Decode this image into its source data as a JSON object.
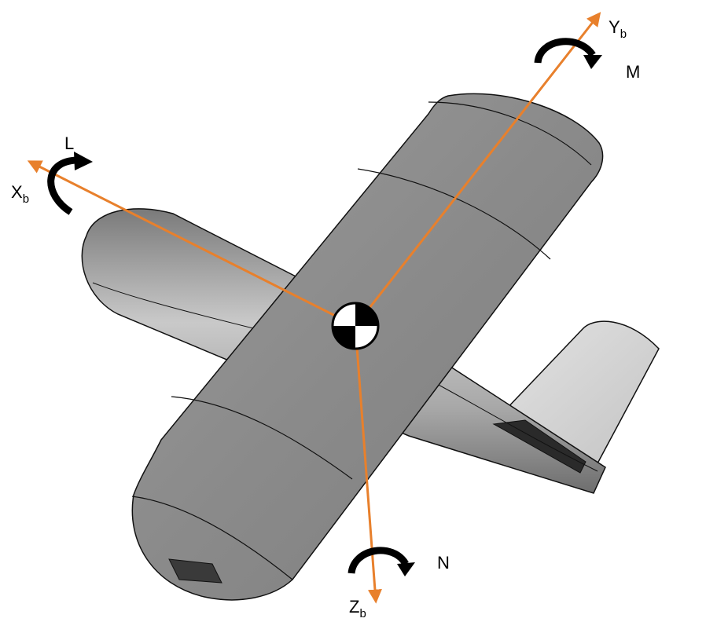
{
  "axes": {
    "x": {
      "main": "X",
      "sub": "b"
    },
    "y": {
      "main": "Y",
      "sub": "b"
    },
    "z": {
      "main": "Z",
      "sub": "b"
    }
  },
  "moments": {
    "roll": "L",
    "pitch": "M",
    "yaw": "N"
  },
  "colors": {
    "axis": "#e8802c",
    "body": "#8c8c8c",
    "body_light": "#cfcfcf",
    "outline": "#111111",
    "arrow": "#000000"
  }
}
